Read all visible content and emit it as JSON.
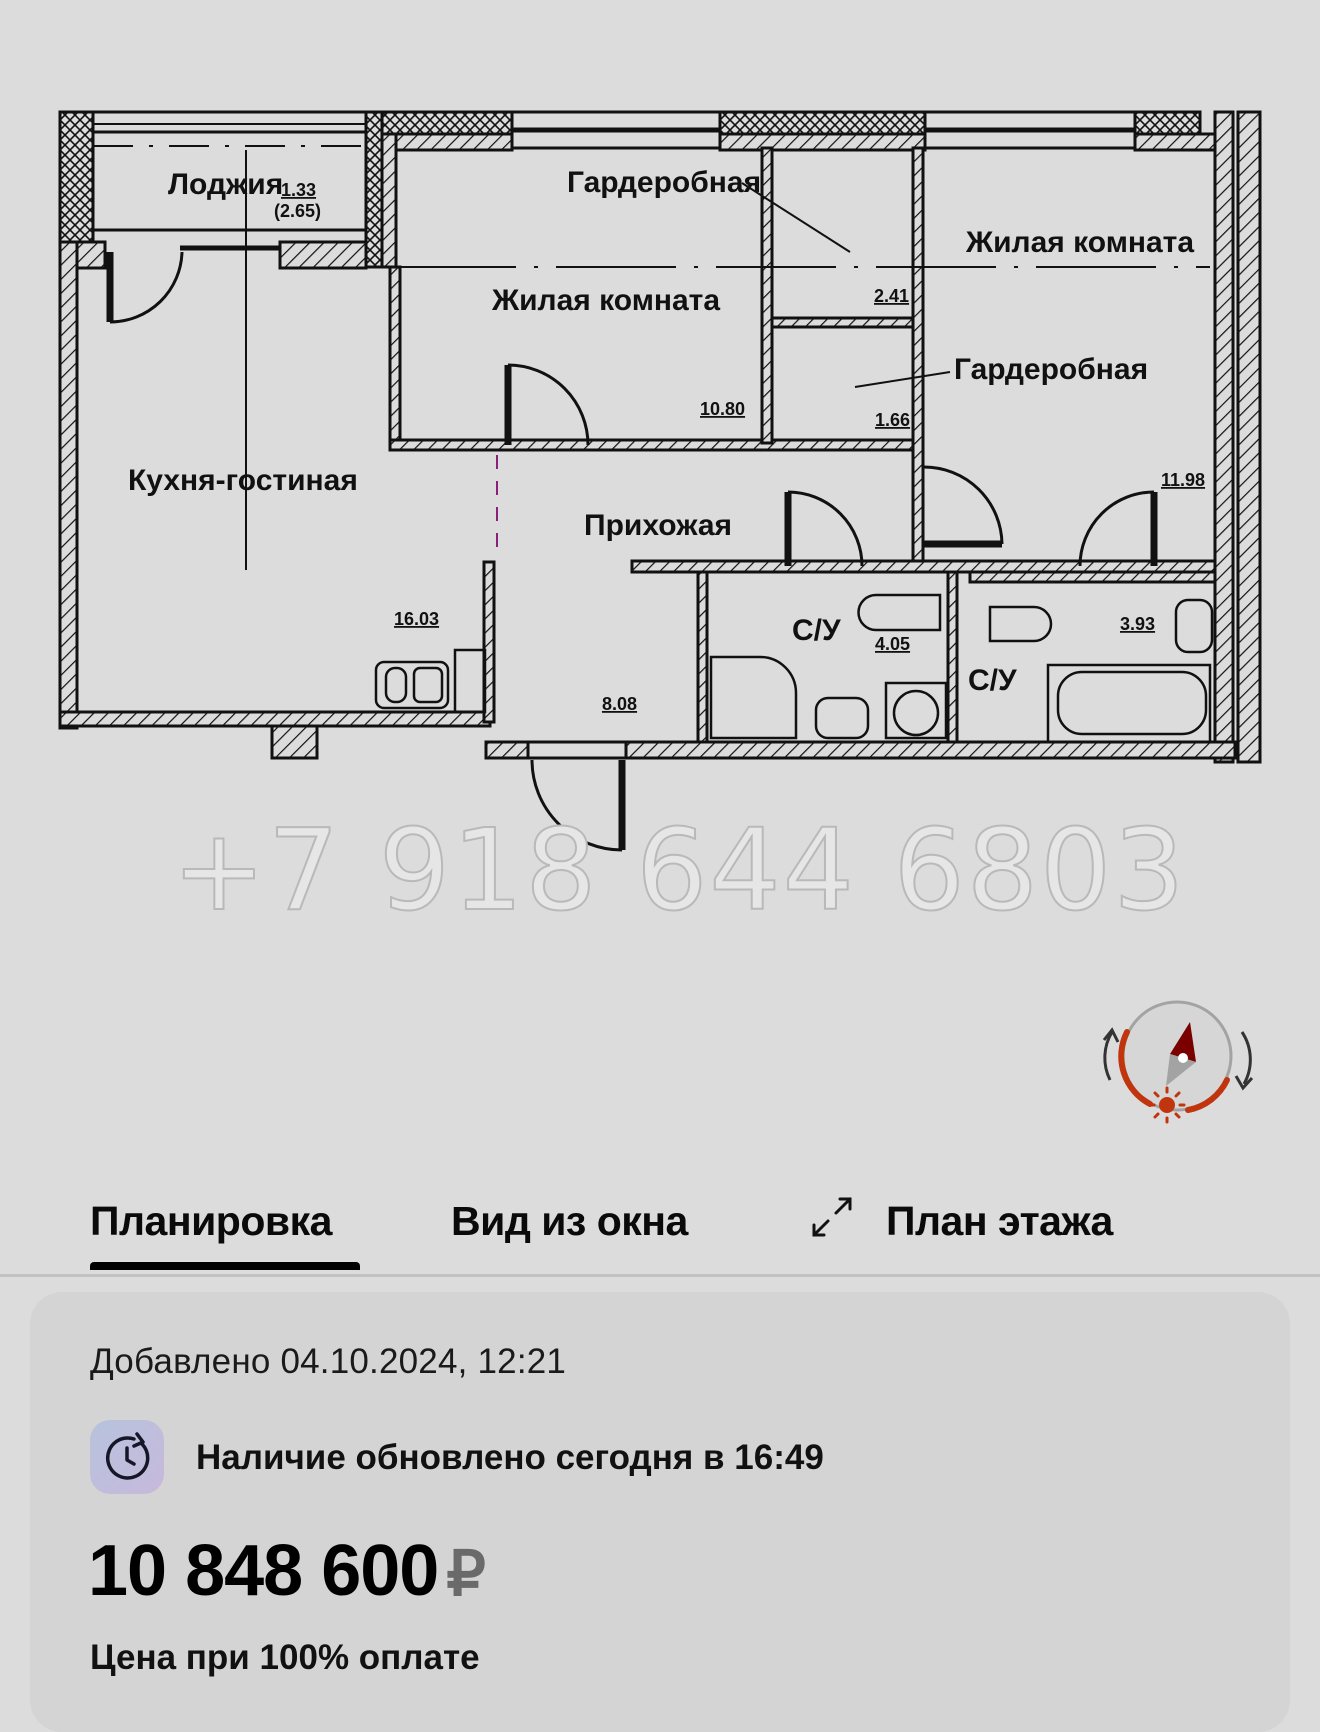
{
  "floor_plan": {
    "rooms": [
      {
        "name": "Лоджия",
        "area": "1.33",
        "area_extra": "(2.65)"
      },
      {
        "name": "Кухня-гостиная",
        "area": "16.03"
      },
      {
        "name": "Жилая комната",
        "area": "10.80"
      },
      {
        "name": "Гардеробная",
        "area": "2.41"
      },
      {
        "name": "Гардеробная",
        "area": "1.66"
      },
      {
        "name": "Жилая комната",
        "area": "11.98"
      },
      {
        "name": "Прихожая",
        "area": "8.08"
      },
      {
        "name": "С/У",
        "area": "4.05"
      },
      {
        "name": "С/У",
        "area": "3.93"
      }
    ]
  },
  "watermark": "+7 918 644 6803",
  "compass": {
    "icon": "compass-icon",
    "accent_color": "#c0350e",
    "needle_color": "#7a0000"
  },
  "tabs": [
    {
      "label": "Планировка",
      "active": true
    },
    {
      "label": "Вид из окна",
      "active": false
    },
    {
      "label": "План этажа",
      "active": false,
      "icon": "expand-icon"
    }
  ],
  "info": {
    "added": "Добавлено 04.10.2024, 12:21",
    "availability": "Наличие обновлено сегодня в 16:49",
    "availability_icon": "clock-refresh-icon",
    "price": "10 848 600",
    "currency": "₽",
    "price_note": "Цена при 100% оплате"
  }
}
